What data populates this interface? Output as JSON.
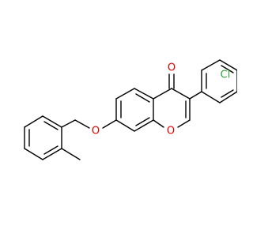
{
  "molecule": {
    "atom_labels": {
      "carbonyl_oxygen": "O",
      "chlorine": "Cl",
      "ether_oxygen": "O",
      "ring_oxygen": "O"
    },
    "colors": {
      "bond": "#000000",
      "oxygen": "#e00000",
      "chlorine": "#2fa82f",
      "background": "#ffffff"
    }
  }
}
